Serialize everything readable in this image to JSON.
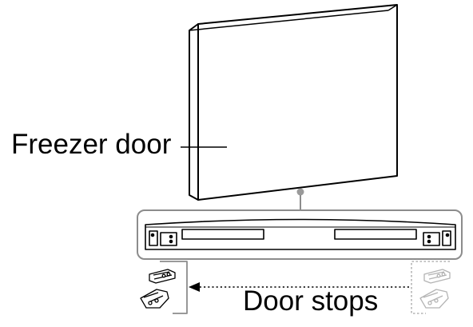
{
  "labels": {
    "freezer_door": "Freezer door",
    "door_stops": "Door stops"
  },
  "colors": {
    "line": "#000000",
    "callout_frame": "#8c8c8c",
    "connector_dot": "#9a9a9a",
    "ghost_part": "#b4b4b4",
    "door_fill": "#ffffff"
  },
  "icons": {
    "arrow": "left-arrow",
    "door_stop_current": "door-stop-bracket-icon",
    "door_stop_original": "door-stop-bracket-ghost-icon"
  }
}
